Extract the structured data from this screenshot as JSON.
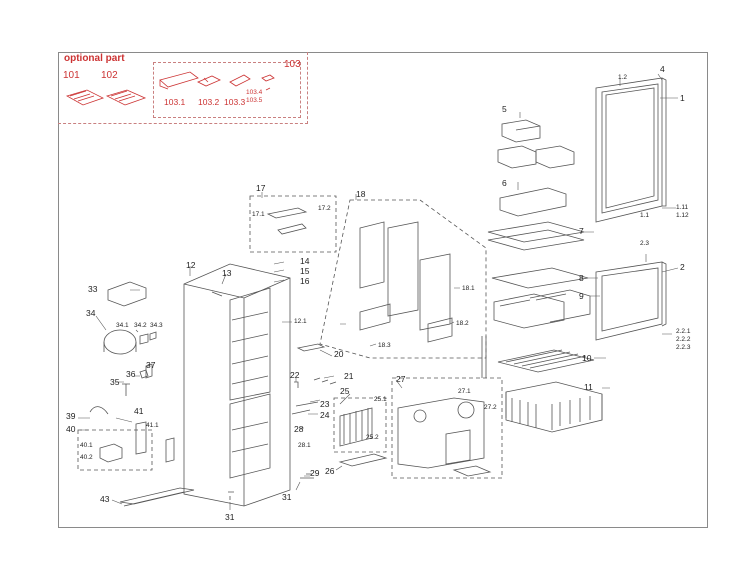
{
  "optional_part": {
    "title": "optional part",
    "labels": [
      "101",
      "102",
      "103",
      "103.1",
      "103.2",
      "103.3",
      "103.4",
      "103.5"
    ]
  },
  "callouts": {
    "n1": "1",
    "n2": "2",
    "n4": "4",
    "n5": "5",
    "n6": "6",
    "n7": "7",
    "n8": "8",
    "n9": "9",
    "n10": "10",
    "n11": "11",
    "n12": "12",
    "n13": "13",
    "n14": "14",
    "n15": "15",
    "n16": "16",
    "n17": "17",
    "n18": "18",
    "n20": "20",
    "n21": "21",
    "n22": "22",
    "n23": "23",
    "n24": "24",
    "n25": "25",
    "n26": "26",
    "n27": "27",
    "n28": "28",
    "n29": "29",
    "n31a": "31",
    "n31b": "31",
    "n33": "33",
    "n34": "34",
    "n35": "35",
    "n36": "36",
    "n37": "37",
    "n39": "39",
    "n40": "40",
    "n41": "41",
    "n43": "43"
  },
  "sub_labels": {
    "s1_1": "1.1",
    "s1_11": "1.11",
    "s1_12": "1.12",
    "s1_2": "1.2",
    "s2_3": "2.3",
    "s2_21": "2.2.1",
    "s2_22": "2.2.2",
    "s2_23": "2.2.3",
    "s12_1": "12.1",
    "s17_1": "17.1",
    "s17_2": "17.2",
    "s18_1": "18.1",
    "s18_2": "18.2",
    "s18_3": "18.3",
    "s25_1": "25.1",
    "s25_2": "25.2",
    "s27_1": "27.1",
    "s27_2": "27.2",
    "s28_1": "28.1",
    "s34_1": "34.1",
    "s34_2": "34.2",
    "s34_3": "34.3",
    "s40_1": "40.1",
    "s40_2": "40.2",
    "s41_1": "41.1"
  },
  "colors": {
    "line": "#555555",
    "optional": "#cc3333",
    "frame": "#8a8a8a"
  }
}
